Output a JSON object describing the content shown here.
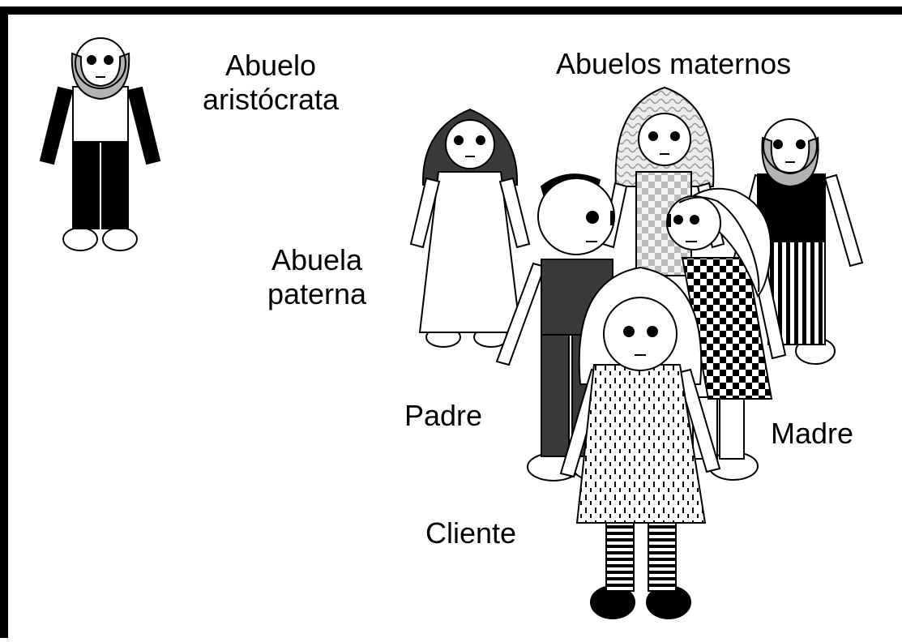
{
  "labels": {
    "abuelo_aristocrata": [
      "Abuelo",
      "aristócrata"
    ],
    "abuelos_maternos": "Abuelos maternos",
    "abuela_paterna": [
      "Abuela",
      "paterna"
    ],
    "padre": "Padre",
    "madre": "Madre",
    "cliente": "Cliente"
  },
  "figures": [
    "abuelo-aristocrata-figure",
    "abuela-paterna-figure",
    "abuela-materna-figure",
    "abuelo-materno-figure",
    "padre-figure",
    "madre-figure",
    "cliente-figure"
  ],
  "colors": {
    "frame": "#000000",
    "background": "#ffffff",
    "hair_gray": "#b3b3b3",
    "dark": "#3a3a3a"
  }
}
